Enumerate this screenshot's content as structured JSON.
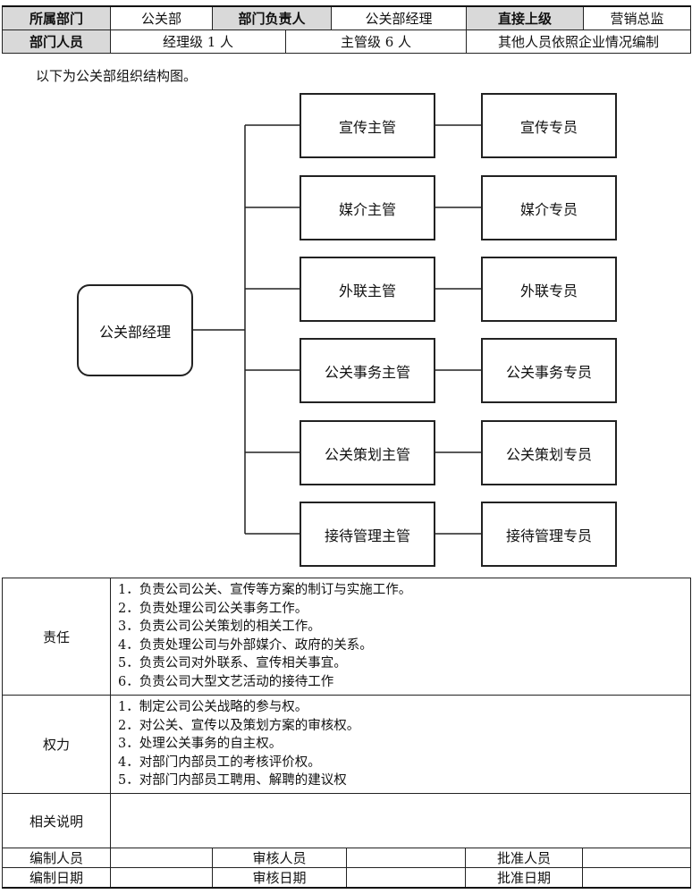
{
  "header": {
    "dept_label": "所属部门",
    "dept_value": "公关部",
    "head_label": "部门负责人",
    "head_value": "公关部经理",
    "superior_label": "直接上级",
    "superior_value": "营销总监",
    "staff_label": "部门人员",
    "staff_manager": "经理级 1 人",
    "staff_supervisor": "主管级 6 人",
    "staff_other": "其他人员依照企业情况编制"
  },
  "intro": "以下为公关部组织结构图。",
  "org": {
    "root": "公关部经理",
    "supervisors": [
      "宣传主管",
      "媒介主管",
      "外联主管",
      "公关事务主管",
      "公关策划主管",
      "接待管理主管"
    ],
    "specialists": [
      "宣传专员",
      "媒介专员",
      "外联专员",
      "公关事务专员",
      "公关策划专员",
      "接待管理专员"
    ]
  },
  "responsibility": {
    "label": "责任",
    "items": [
      "1．负责公司公关、宣传等方案的制订与实施工作。",
      "2．负责处理公司公关事务工作。",
      "3．负责公司公关策划的相关工作。",
      "4．负责处理公司与外部媒介、政府的关系。",
      "5．负责公司对外联系、宣传相关事宜。",
      "6．负责公司大型文艺活动的接待工作"
    ]
  },
  "authority": {
    "label": "权力",
    "items": [
      "1．制定公司公关战略的参与权。",
      "2．对公关、宣传以及策划方案的审核权。",
      "3．处理公关事务的自主权。",
      "4．对部门内部员工的考核评价权。",
      "5．对部门内部员工聘用、解聘的建议权"
    ]
  },
  "notes": {
    "label": "相关说明",
    "value": ""
  },
  "footer": {
    "compiler_label": "编制人员",
    "reviewer_label": "审核人员",
    "approver_label": "批准人员",
    "compile_date_label": "编制日期",
    "review_date_label": "审核日期",
    "approve_date_label": "批准日期"
  }
}
